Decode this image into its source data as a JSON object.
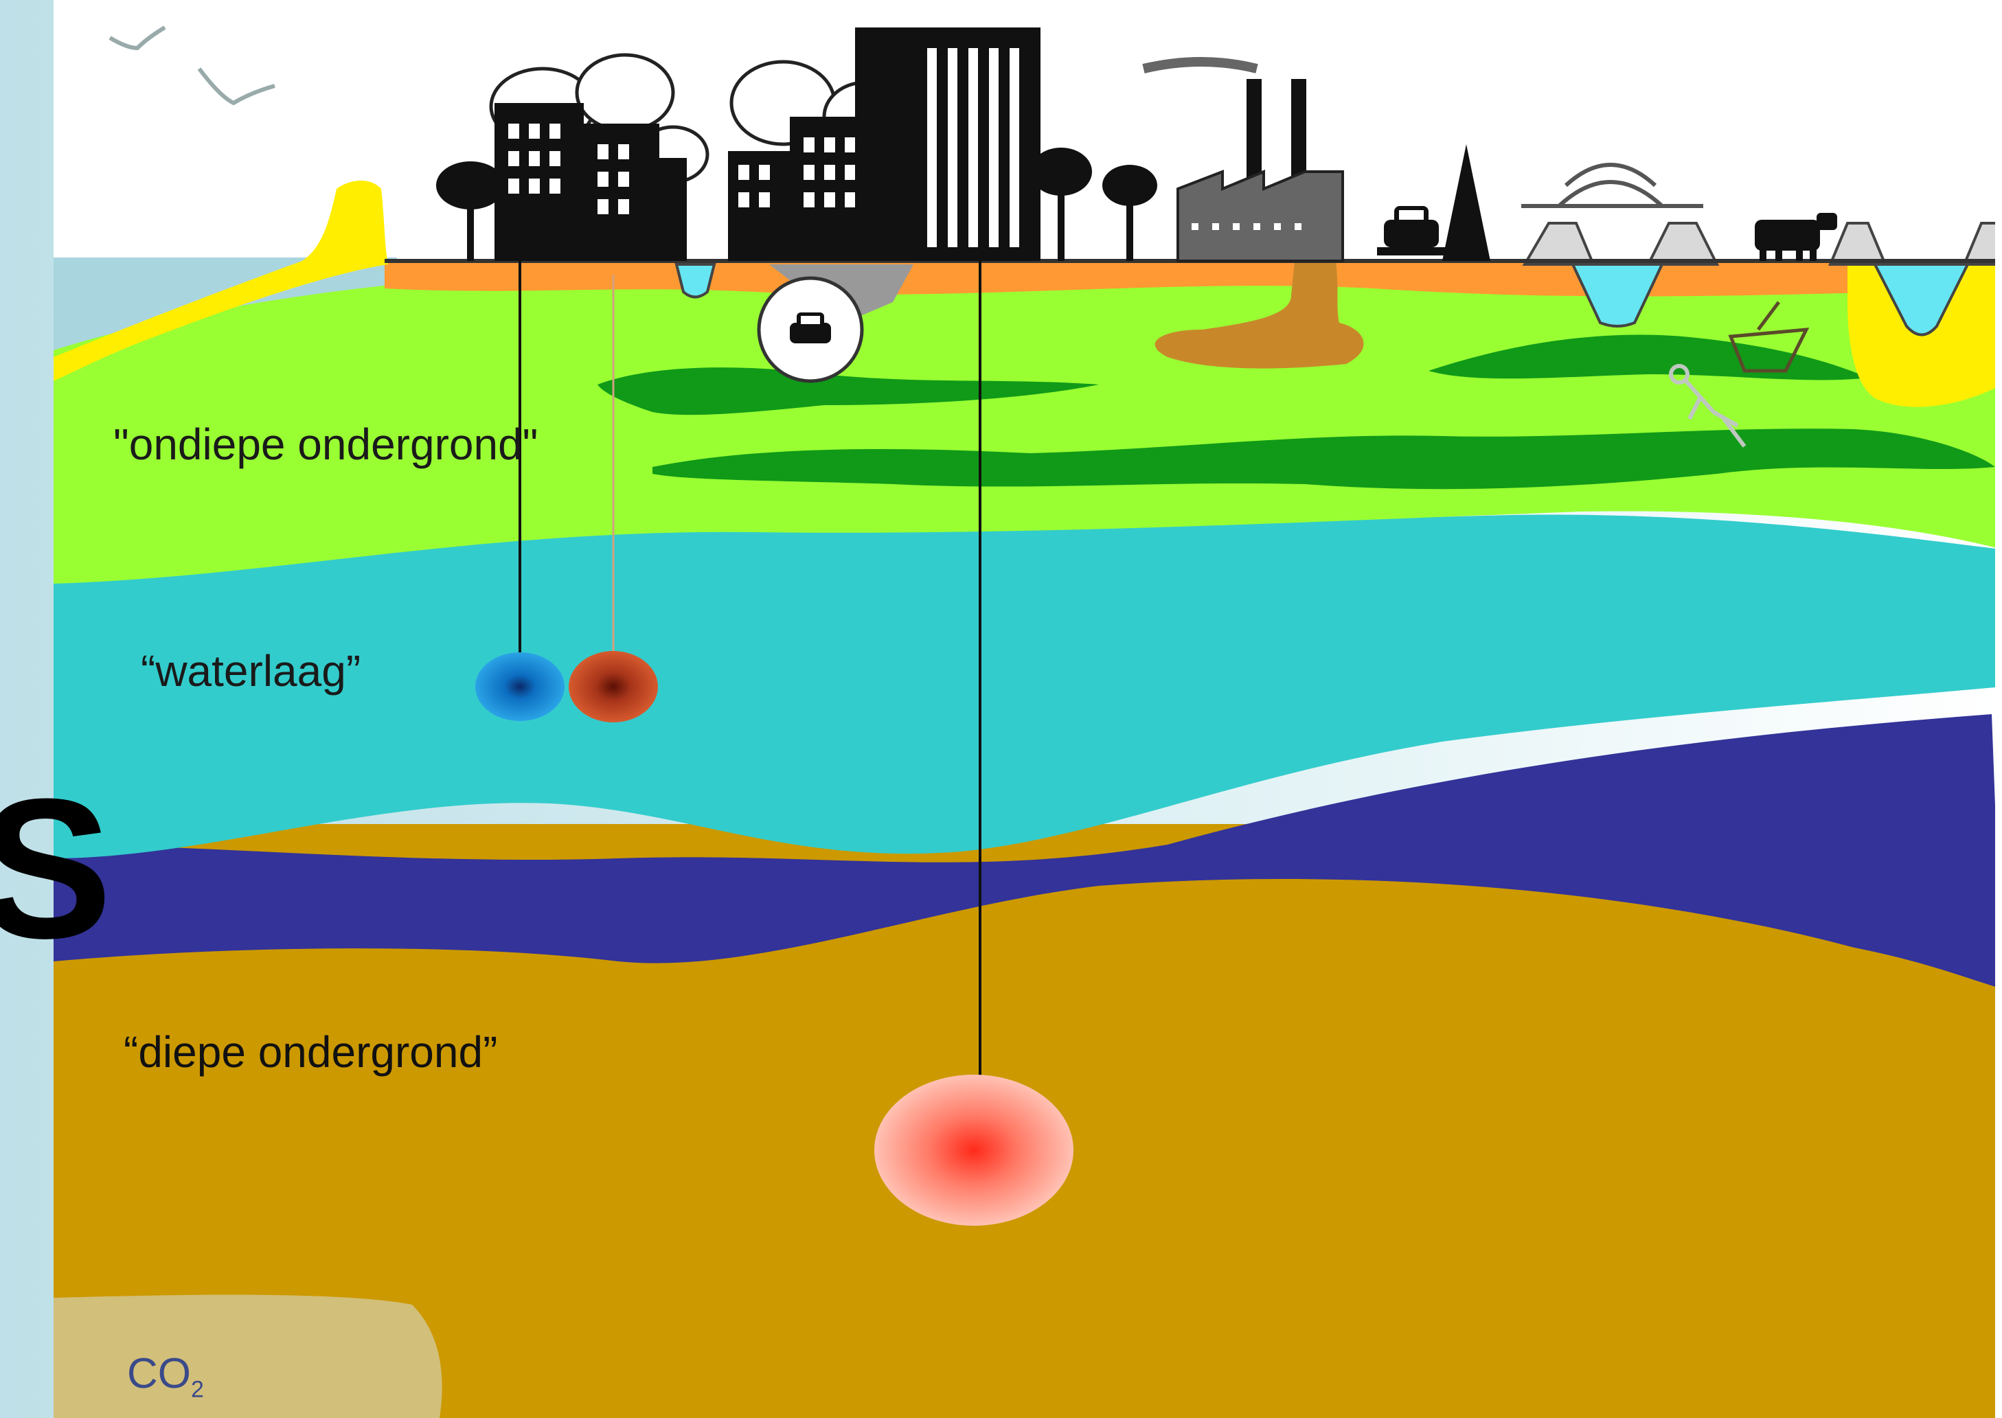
{
  "labels": {
    "shallow_subsurface": "\"ondiepe ondergrond\"",
    "water_layer": "“waterlaag”",
    "deep_subsurface": "“diepe ondergrond”",
    "co2_main": "CO",
    "co2_sub": "2",
    "edge_glyph": "S"
  },
  "colors": {
    "sea": "#a9d5df",
    "shallow_ground": "#99ff33",
    "clay_lens": "#109a18",
    "orange_topsoil": "#ff9933",
    "aquifer": "#33cccc",
    "clay_layer": "#333399",
    "deep_ground": "#cc9900",
    "co2_zone": "#d2bf7a",
    "sand_dune": "#ffee00",
    "cold_well": "#1a8fd6",
    "warm_well": "#c0441c",
    "geothermal": "#ff4433",
    "pollution_plume": "#c8882a"
  },
  "icons": [
    "seagull-icon",
    "building-icon",
    "tower-icon",
    "tree-icon",
    "factory-icon",
    "car-icon",
    "tunnel-car-icon",
    "bridge-icon",
    "cow-icon",
    "shipwreck-icon",
    "skeleton-icon"
  ]
}
